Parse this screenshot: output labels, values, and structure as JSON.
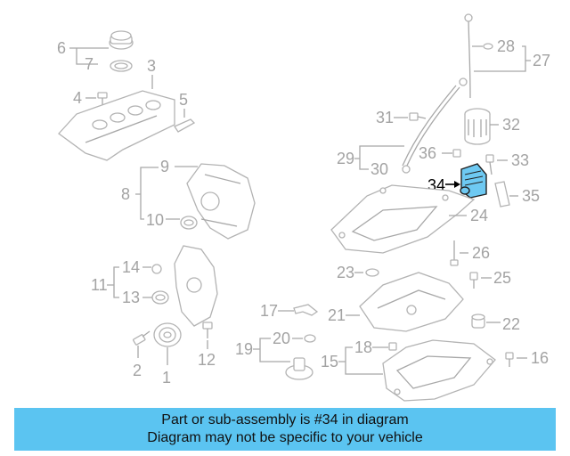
{
  "callouts": {
    "c1": "1",
    "c2": "2",
    "c3": "3",
    "c4": "4",
    "c5": "5",
    "c6": "6",
    "c7": "7",
    "c8": "8",
    "c9": "9",
    "c10": "10",
    "c11": "11",
    "c12": "12",
    "c13": "13",
    "c14": "14",
    "c15": "15",
    "c16": "16",
    "c17": "17",
    "c18": "18",
    "c19": "19",
    "c20": "20",
    "c21": "21",
    "c22": "22",
    "c23": "23",
    "c24": "24",
    "c25": "25",
    "c26": "26",
    "c27": "27",
    "c28": "28",
    "c29": "29",
    "c30": "30",
    "c31": "31",
    "c32": "32",
    "c33": "33",
    "c34": "34",
    "c35": "35",
    "c36": "36"
  },
  "highlight": {
    "part_number": "34",
    "color": "#6ec9f2"
  },
  "banner": {
    "line1": "Part or sub-assembly is #34 in diagram",
    "line2": "Diagram may not be specific to your vehicle",
    "background": "#5bc4f1"
  }
}
